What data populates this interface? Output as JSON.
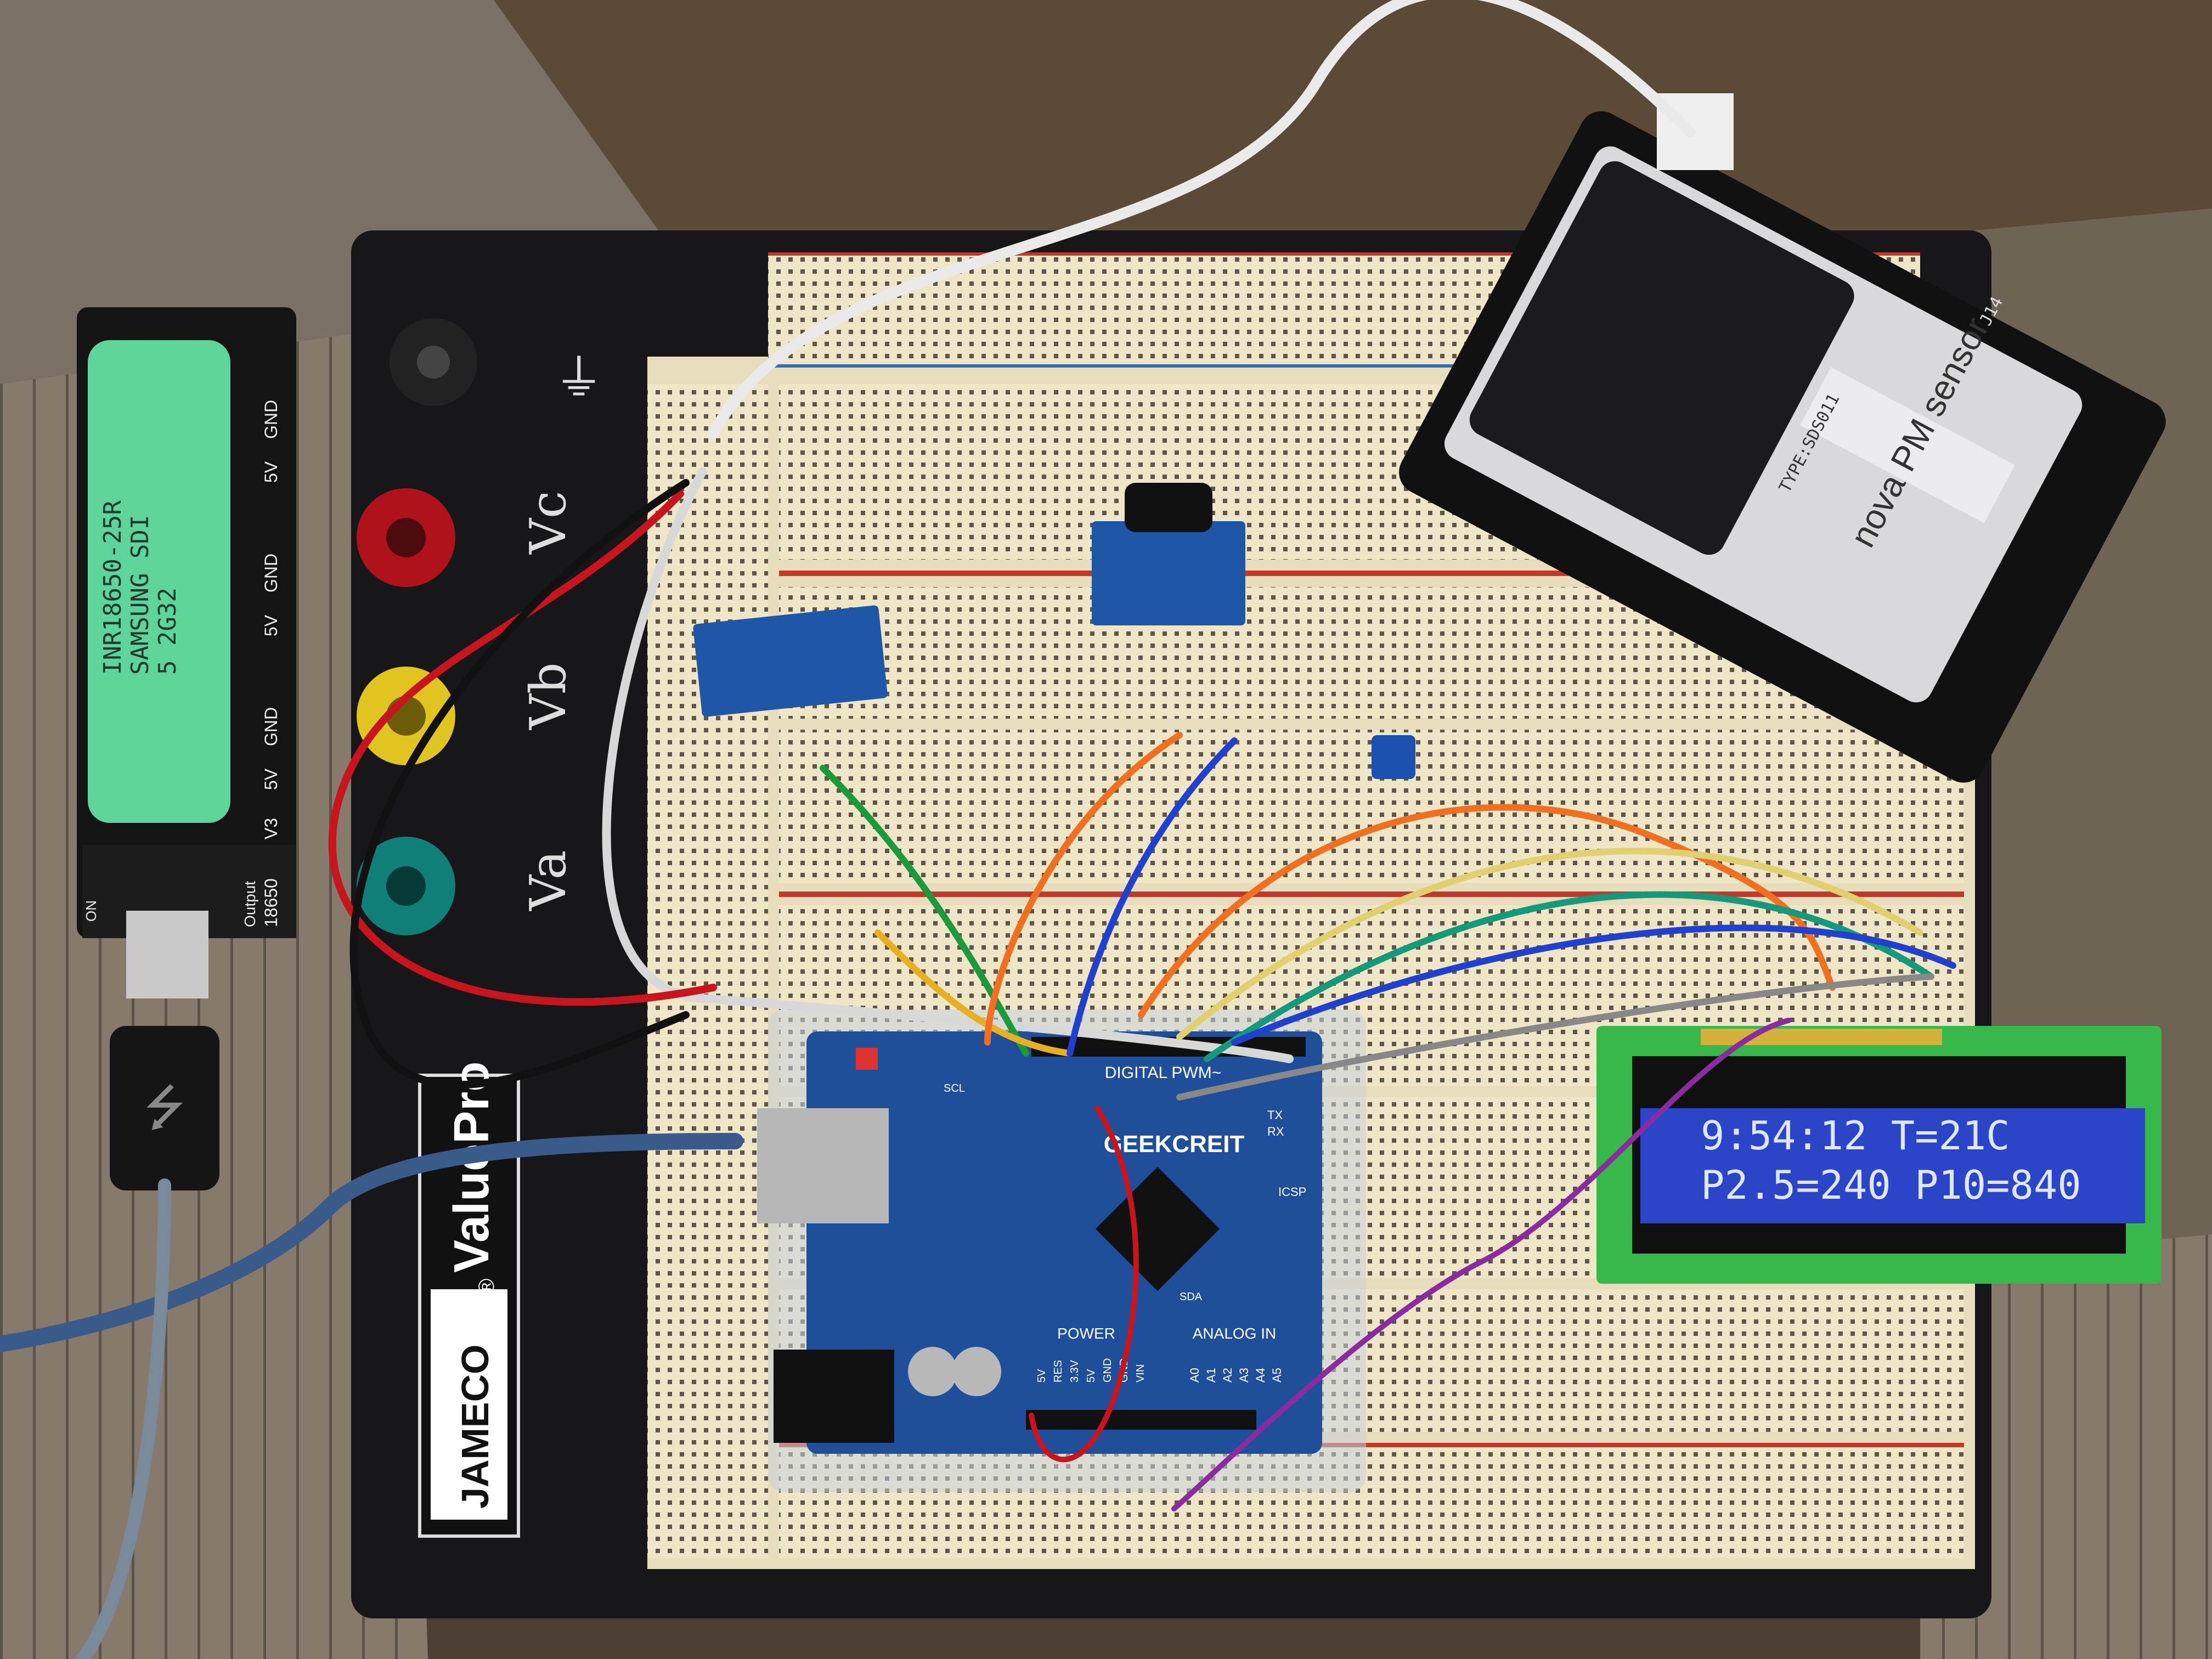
{
  "battery": {
    "cell_text": [
      "INR18650-25R",
      "SAMSUNG  SDI",
      "5        2G32"
    ],
    "board_labels": [
      "5V",
      "GND",
      "5V",
      "GND",
      "5V",
      "GND",
      "V3",
      "18650",
      "Output",
      "ON"
    ]
  },
  "platform": {
    "brand": "JAMECO",
    "registered": "®",
    "product": "ValuePro",
    "posts": [
      "Vc",
      "Vb",
      "Va"
    ]
  },
  "arduino": {
    "brand": "GEEKCREIT",
    "digital_label": "DIGITAL PWM~",
    "power_label": "POWER",
    "analog_label": "ANALOG IN",
    "pins_analog": [
      "A0",
      "A1",
      "A2",
      "A3",
      "A4",
      "A5"
    ],
    "pins_power": [
      "5V",
      "RES",
      "3.3V",
      "5V",
      "GND",
      "GND",
      "VIN"
    ],
    "misc": [
      "TX",
      "RX",
      "ICSP",
      "SCL",
      "SDA"
    ]
  },
  "sensor": {
    "name": "nova PM sensor",
    "model": "TYPE:SDS011",
    "connector": "J14"
  },
  "lcd": {
    "line1": "9:54:12 T=21C",
    "line2": "P2.5=240 P10=840"
  },
  "colors": {
    "lcd_bg": "#2a45c8",
    "lcd_text": "#dfe6ff",
    "arduino_pcb": "#1f4f9a",
    "breadboard": "#efe6c8",
    "battery_cell": "#5fd49a",
    "lcd_pcb": "#38b84a"
  }
}
